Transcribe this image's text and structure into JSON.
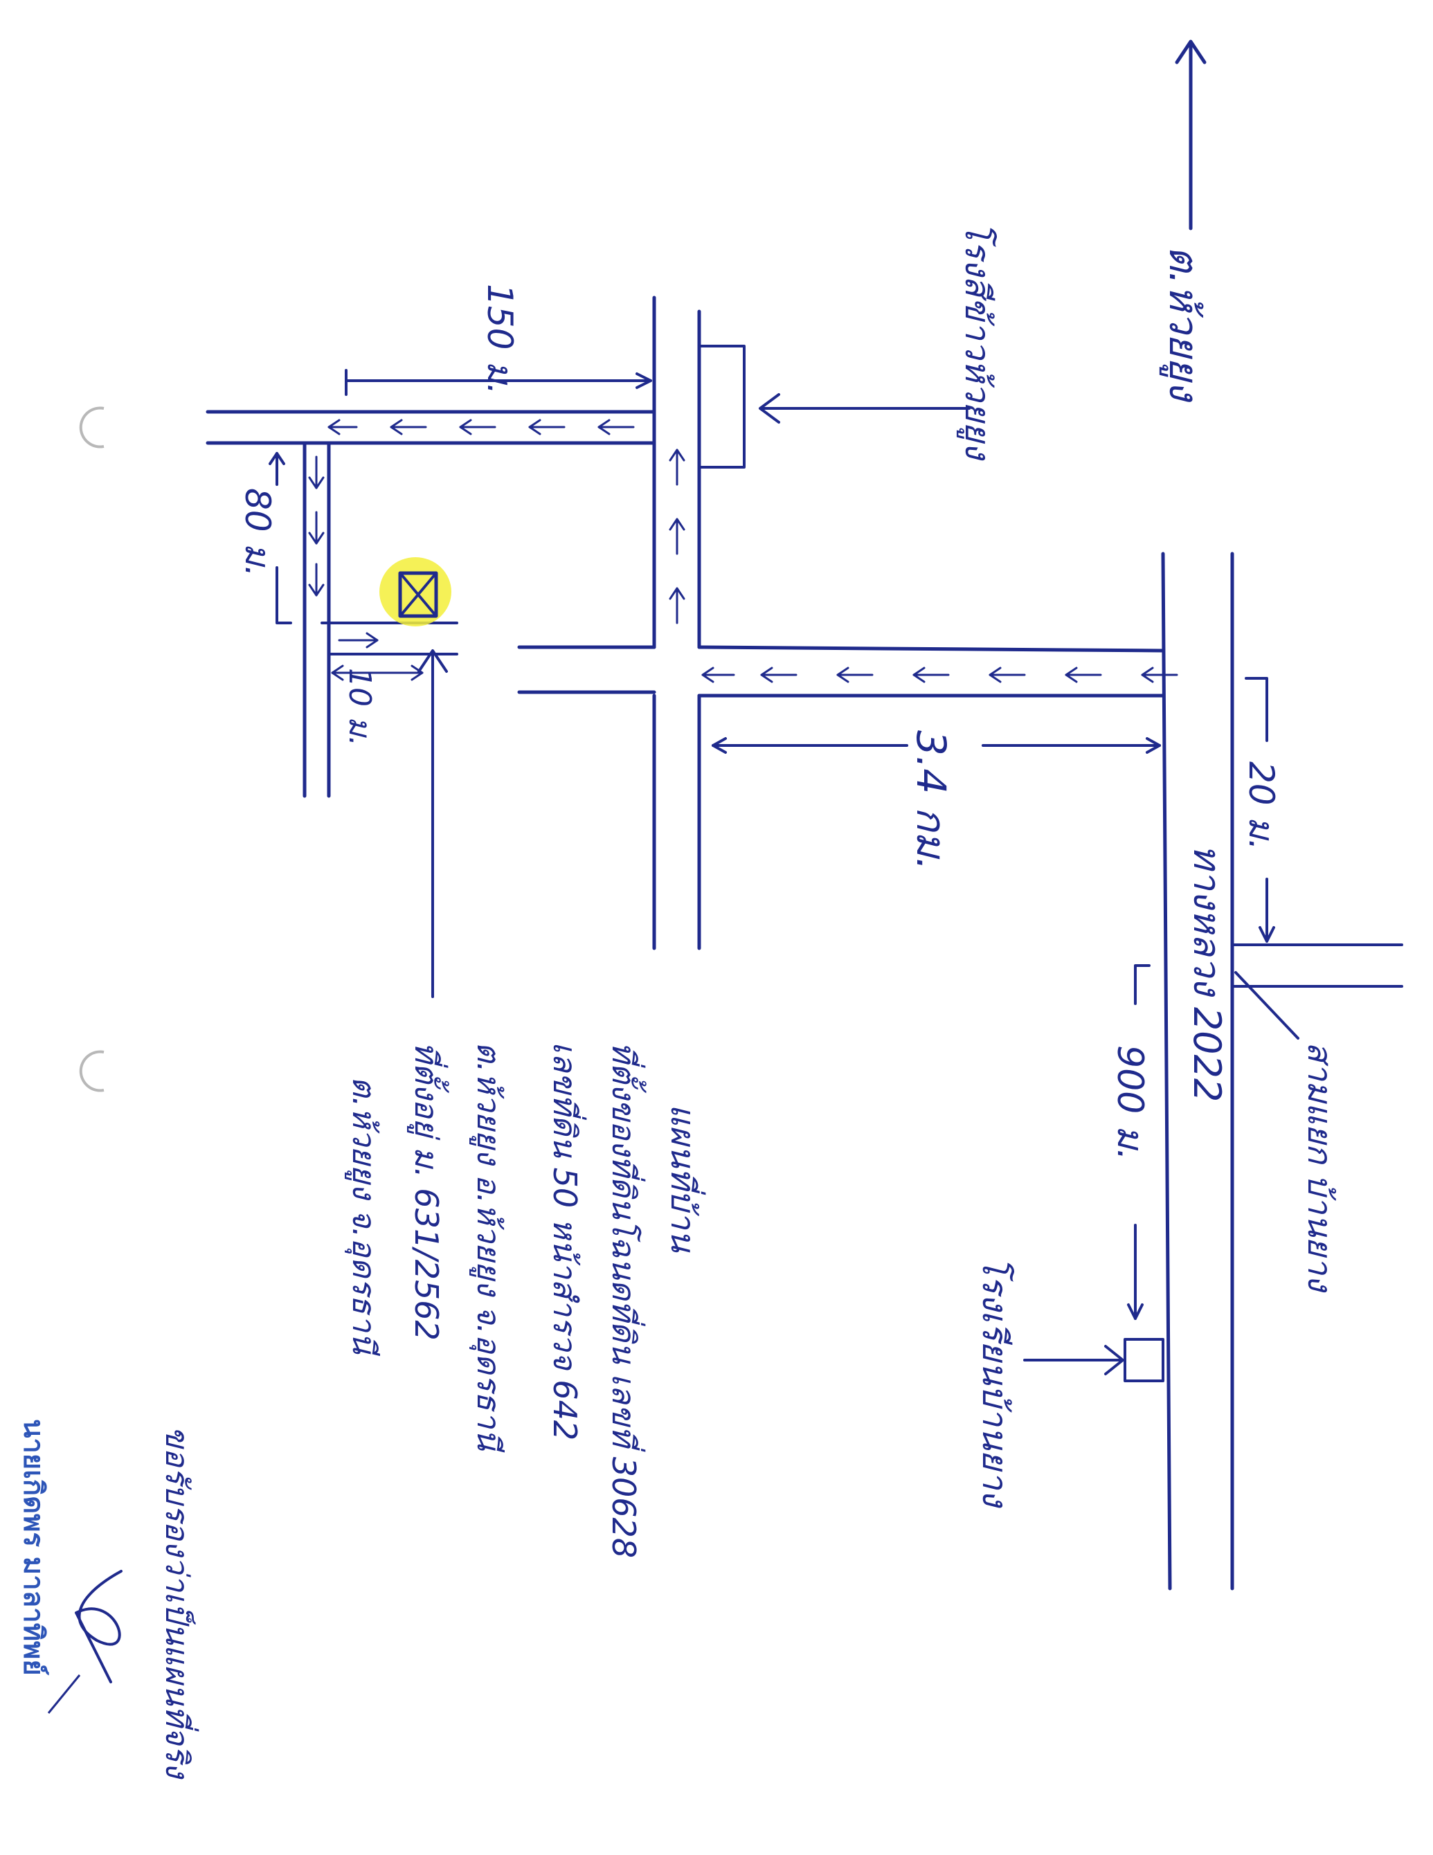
{
  "map": {
    "north_label": "ต.ห้วยยูง",
    "fuel_station": "โรงสีข้าวห้วยยูง",
    "distance_150m": "150 ม.",
    "distance_80m": "80 ม.",
    "distance_10m": "10 ม.",
    "distance_3_4km": "3.4 กม.",
    "distance_20m": "20 ม.",
    "distance_900m": "900 ม.",
    "road_label": "ทางหลวง 2022",
    "intersection_label": "สามแยก บ้านยาง",
    "landmark_label": "โรงเรียนบ้านยาง",
    "note_lines": [
      "แผนที่บ้าน",
      "ที่ตั้งของที่ดินโฉนดที่ดิน เลขที่ 30628",
      "เลขที่ดิน 50 หน้าสำรวจ 642",
      "ต.ห้วยยูง อ.ห้วยยูง จ.อุดรธานี",
      "ที่ตั้งอยู่ ม. 631/2562",
      "ต.ห้วยยูง จ.อุดรธานี"
    ],
    "signature_caption": "ขอรับรองว่าเป็นแผนที่จริง",
    "stamp_name": "นายเกิดพร มาลาทิพย์"
  },
  "colors": {
    "ink": "#1f2a8c",
    "highlight": "#f3ef3a",
    "stamp": "#2d55b8"
  }
}
